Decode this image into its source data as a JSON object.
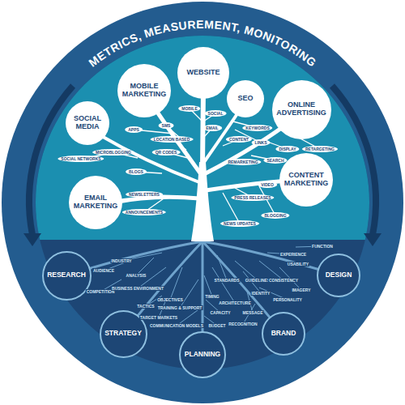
{
  "diagram": {
    "title": "METRICS, MEASUREMENT, MONITORING",
    "nodes": [
      {
        "text": [
          "SOCIAL MEDIA"
        ]
      },
      {
        "text": [
          "MOBILE MARKETING"
        ]
      },
      {
        "text": [
          "WEBSITE"
        ]
      },
      {
        "text": [
          "SEO"
        ]
      },
      {
        "text": [
          "ONLINE ADVERTISING"
        ]
      },
      {
        "text": [
          "CONTENT MARKETING"
        ]
      },
      {
        "text": [
          "EMAIL MARKETING"
        ]
      },
      {
        "text": [
          "RESEARCH"
        ]
      },
      {
        "text": [
          "STRATEGY"
        ]
      },
      {
        "text": [
          "PLANNING"
        ]
      },
      {
        "text": [
          "BRAND"
        ]
      },
      {
        "text": [
          "DESIGN"
        ]
      }
    ],
    "labels": [
      "SOCIAL NETWORKS",
      "MICROBLOGGING",
      "BLOGS",
      "APPS",
      "SMS",
      "LOCATION BASED",
      "QR CODES",
      "MOBILE",
      "SOCIAL",
      "EMAIL",
      "KEYWORDS",
      "CONTENT",
      "LINKS",
      "DISPLAY",
      "RETARGETING",
      "SEARCH",
      "REMARKETING",
      "VIDEO",
      "PRESS RELEASES",
      "BLOGGING",
      "NEWS UPDATES",
      "NEWSLETTERS",
      "ANNOUNCEMENTS",
      "INDUSTRY",
      "AUDIENCE",
      "ANALYSIS",
      "COMPETITION",
      "BUSINESS ENVIRONMENT",
      "OBJECTIVES",
      "TACTICS",
      "TARGET MARKETS",
      "TRAINING & SUPPORT",
      "COMMUNICATION MODELS",
      "BUDGET",
      "TIMING",
      "CAPACITY",
      "ARCHITECTURE",
      "STANDARDS",
      "GUIDELINES",
      "IDENTITY",
      "PERSONALITY",
      "MESSAGE",
      "RECOGNITION",
      "CONSISTENCY",
      "EXPERIENCE",
      "USABILITY",
      "FUNCTION",
      "IMAGERY"
    ]
  }
}
